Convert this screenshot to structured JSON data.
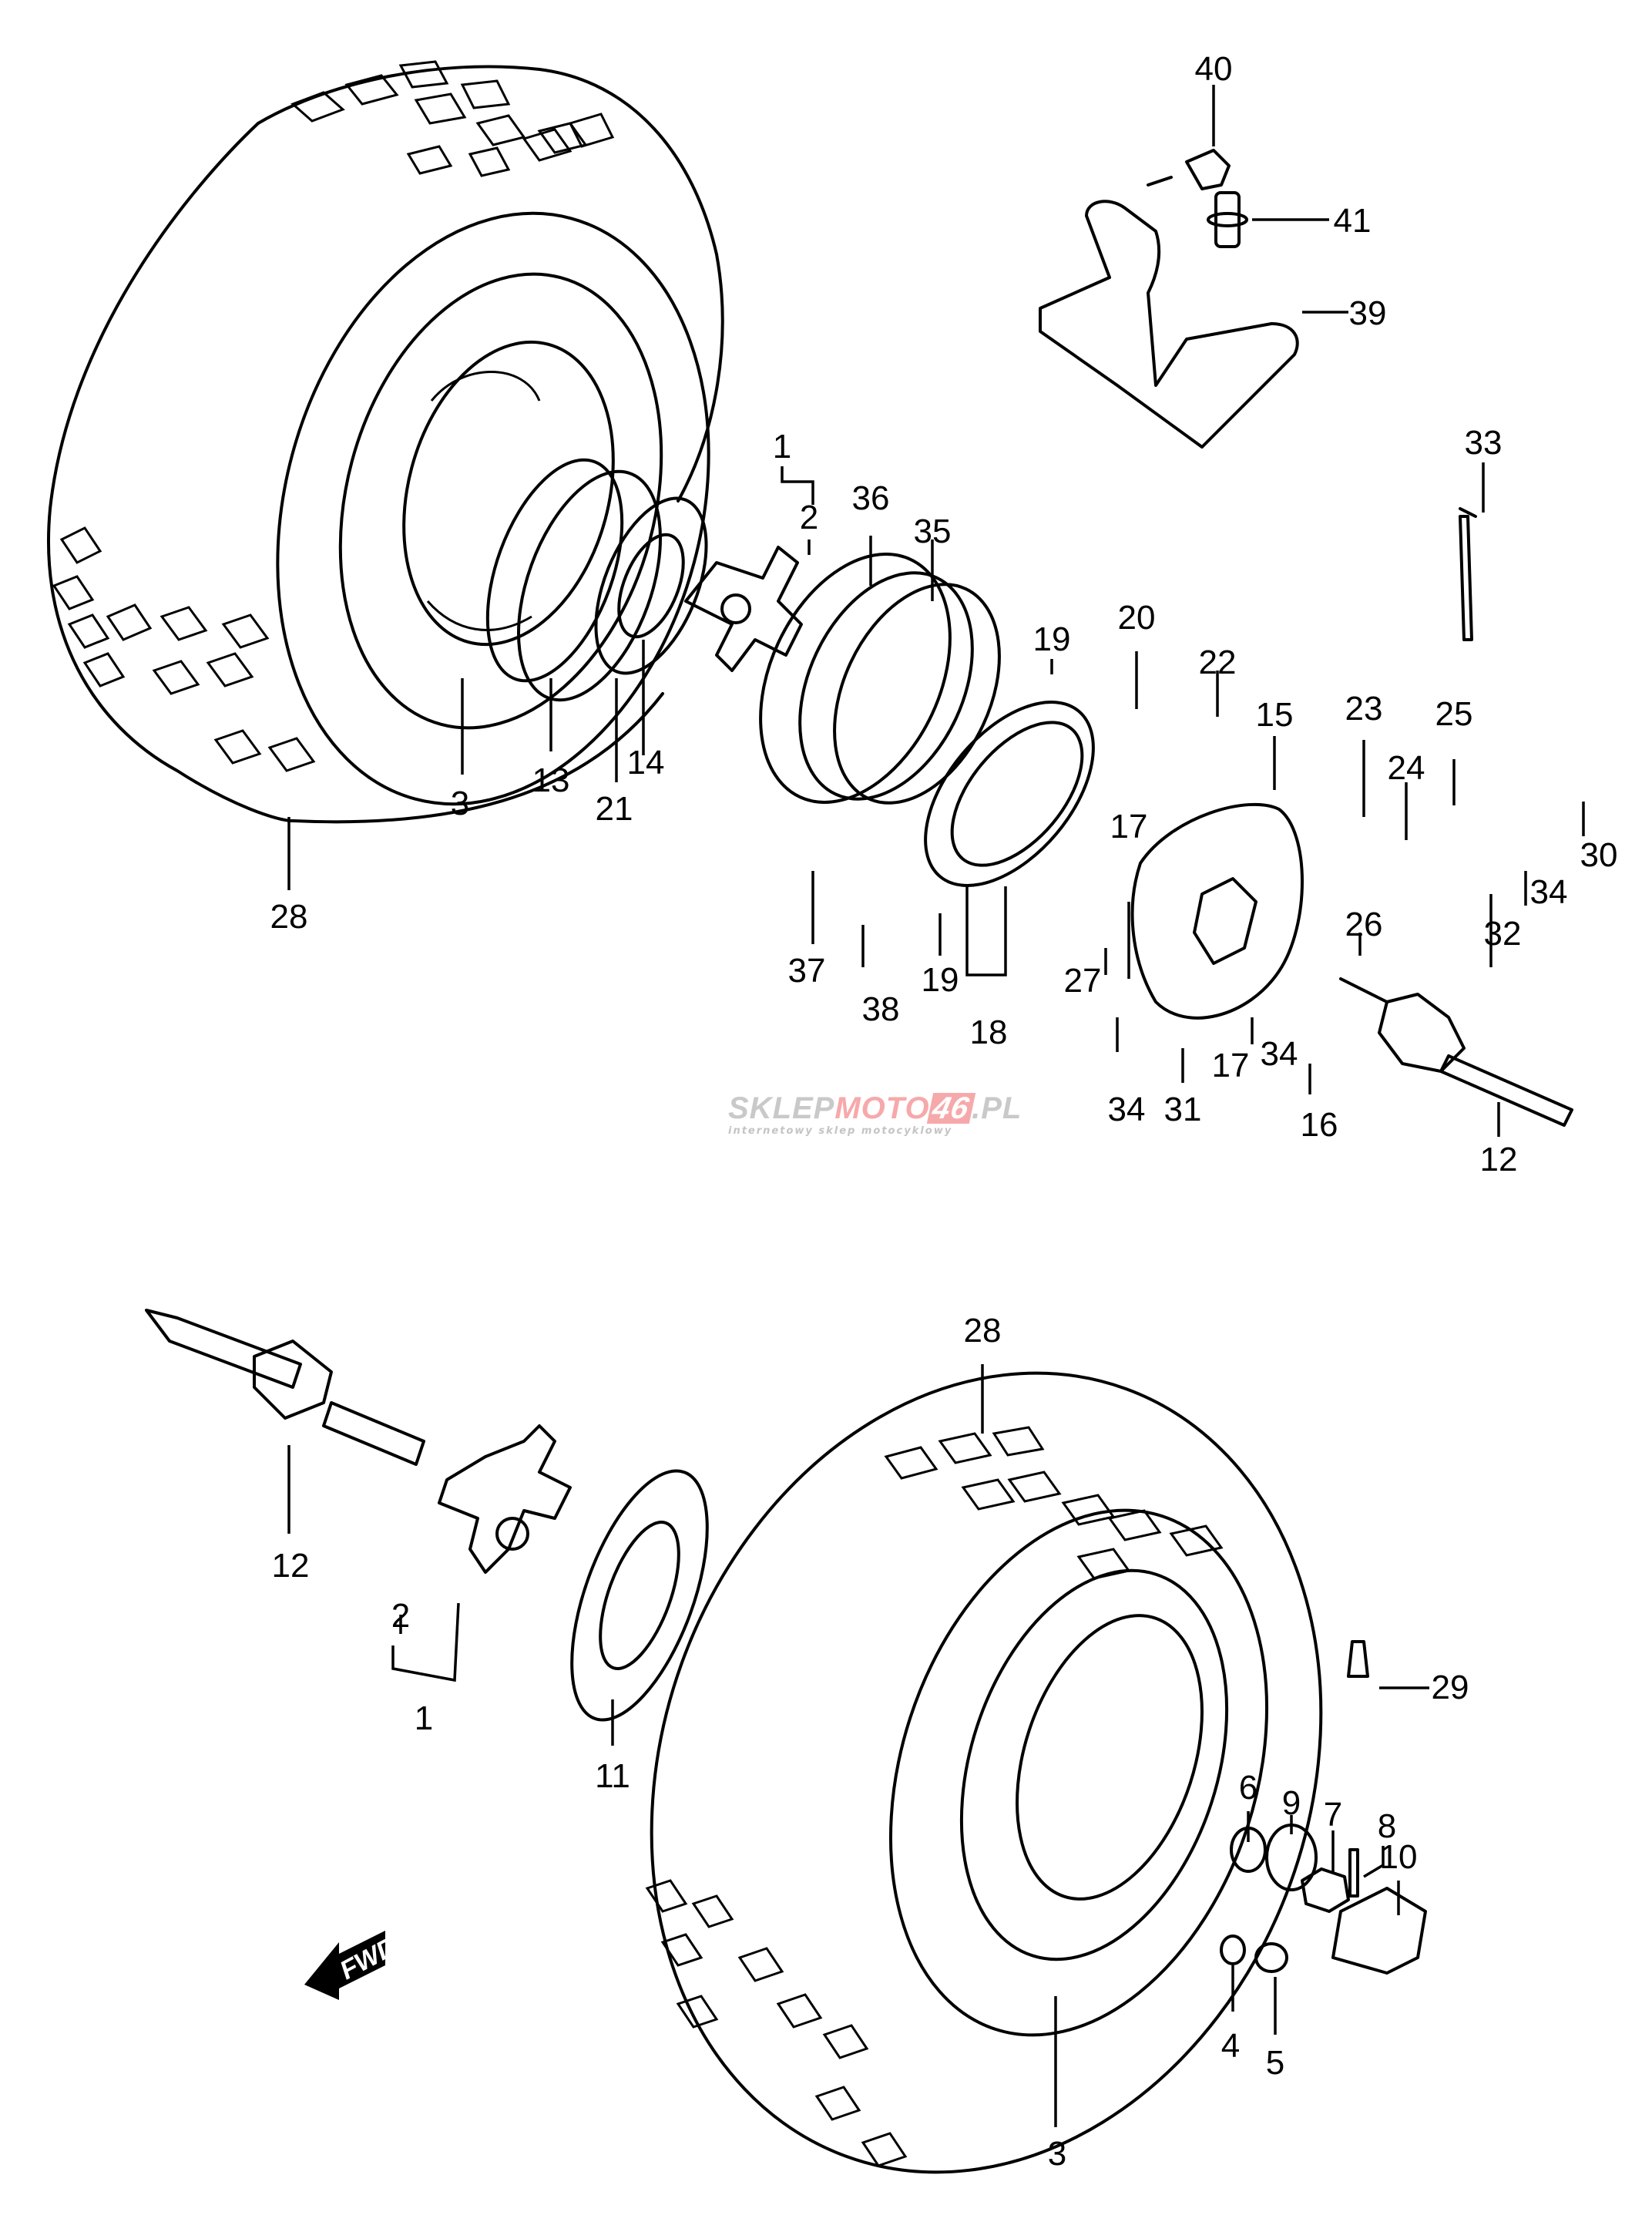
{
  "diagram": {
    "type": "exploded-parts-diagram",
    "subject": "ATV front wheel hub assembly (left and right)",
    "orientation_marker": "FWD",
    "part_labels": [
      {
        "id": "l40",
        "text": "40"
      },
      {
        "id": "l41",
        "text": "41"
      },
      {
        "id": "l39",
        "text": "39"
      },
      {
        "id": "l33",
        "text": "33"
      },
      {
        "id": "l1a",
        "text": "1"
      },
      {
        "id": "l2a",
        "text": "2"
      },
      {
        "id": "l36",
        "text": "36"
      },
      {
        "id": "l35",
        "text": "35"
      },
      {
        "id": "l19a",
        "text": "19"
      },
      {
        "id": "l20",
        "text": "20"
      },
      {
        "id": "l22",
        "text": "22"
      },
      {
        "id": "l15",
        "text": "15"
      },
      {
        "id": "l23",
        "text": "23"
      },
      {
        "id": "l25",
        "text": "25"
      },
      {
        "id": "l24",
        "text": "24"
      },
      {
        "id": "l30",
        "text": "30"
      },
      {
        "id": "l34a",
        "text": "34"
      },
      {
        "id": "l32",
        "text": "32"
      },
      {
        "id": "l26",
        "text": "26"
      },
      {
        "id": "l17a",
        "text": "17"
      },
      {
        "id": "l27",
        "text": "27"
      },
      {
        "id": "l3a",
        "text": "3"
      },
      {
        "id": "l13",
        "text": "13"
      },
      {
        "id": "l21",
        "text": "21"
      },
      {
        "id": "l14",
        "text": "14"
      },
      {
        "id": "l28a",
        "text": "28"
      },
      {
        "id": "l37",
        "text": "37"
      },
      {
        "id": "l38",
        "text": "38"
      },
      {
        "id": "l19b",
        "text": "19"
      },
      {
        "id": "l18",
        "text": "18"
      },
      {
        "id": "l17b",
        "text": "17"
      },
      {
        "id": "l34b",
        "text": "34"
      },
      {
        "id": "l34c",
        "text": "34"
      },
      {
        "id": "l31",
        "text": "31"
      },
      {
        "id": "l16",
        "text": "16"
      },
      {
        "id": "l12a",
        "text": "12"
      },
      {
        "id": "l28b",
        "text": "28"
      },
      {
        "id": "l12b",
        "text": "12"
      },
      {
        "id": "l2b",
        "text": "2"
      },
      {
        "id": "l1b",
        "text": "1"
      },
      {
        "id": "l11",
        "text": "11"
      },
      {
        "id": "l29",
        "text": "29"
      },
      {
        "id": "l6",
        "text": "6"
      },
      {
        "id": "l9",
        "text": "9"
      },
      {
        "id": "l7",
        "text": "7"
      },
      {
        "id": "l8",
        "text": "8"
      },
      {
        "id": "l10",
        "text": "10"
      },
      {
        "id": "l4",
        "text": "4"
      },
      {
        "id": "l5",
        "text": "5"
      },
      {
        "id": "l3b",
        "text": "3"
      }
    ]
  },
  "watermark": {
    "part1": "SKLEP",
    "part2": "MOTO",
    "part3": "46",
    "part4": ".PL",
    "subtitle": "internetowy sklep motocyklowy",
    "colors": {
      "gray": "#c9c9c9",
      "pink": "#f6a9ab"
    }
  },
  "fwd_marker": {
    "label": "FWD"
  }
}
